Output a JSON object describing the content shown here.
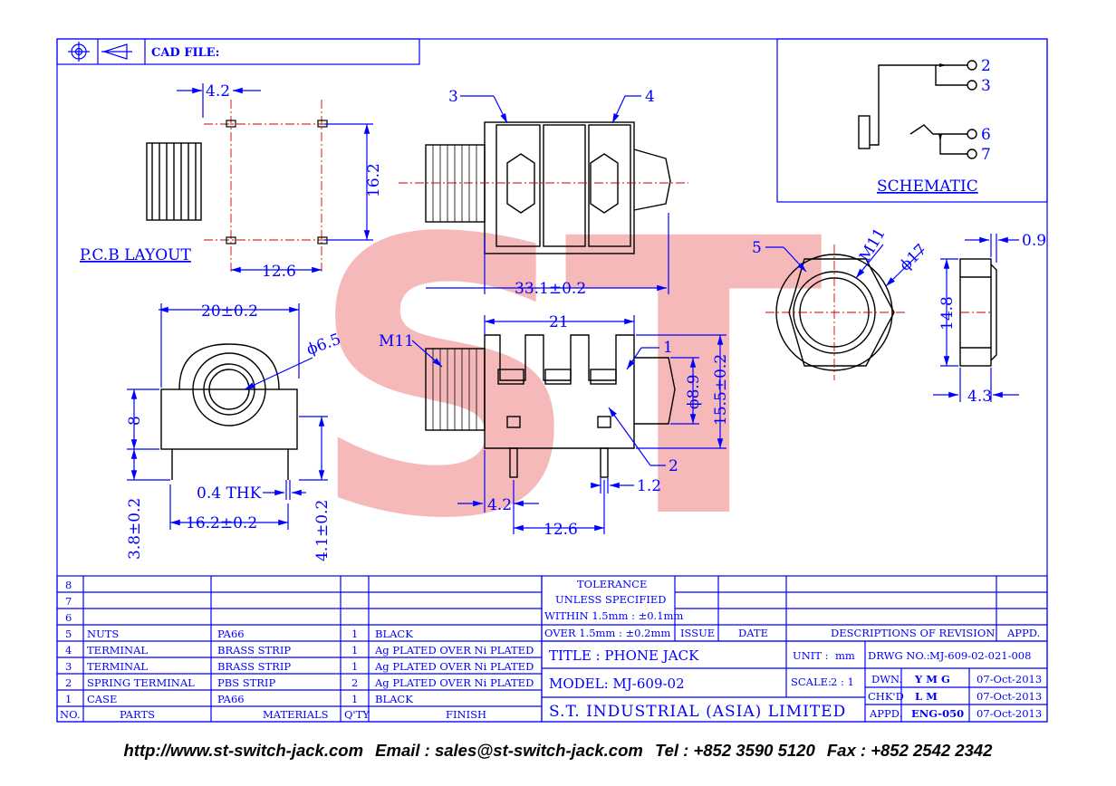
{
  "header": {
    "cad_file_label": "CAD FILE:"
  },
  "views": {
    "pcb_layout_label": "P.C.B LAYOUT",
    "schematic_label": "SCHEMATIC",
    "watermark": "ST"
  },
  "dims": {
    "d_4_2_top": "4.2",
    "d_16_2_pcb": "16.2",
    "d_12_6_pcb": "12.6",
    "d_33_1": "33.1±0.2",
    "d_20": "20±0.2",
    "d_6_5": "ϕ6.5",
    "d_8": "8",
    "d_0_4_thk": "0.4 THK",
    "d_16_2": "16.2±0.2",
    "d_3_8": "3.8±0.2",
    "d_4_1": "4.1±0.2",
    "d_21": "21",
    "d_m11_side": "M11",
    "d_8_9": "ϕ8.9",
    "d_15_5": "15.5±0.2",
    "d_1_2": "1.2",
    "d_4_2_bottom": "4.2",
    "d_12_6_bottom": "12.6",
    "d_m11_front": "M11",
    "d_17": "ϕ17",
    "d_14_8": "14.8",
    "d_0_9": "0.9",
    "d_4_3": "4.3"
  },
  "callouts": {
    "c1": "1",
    "c2": "2",
    "c3": "3",
    "c4": "4",
    "c5": "5"
  },
  "schematic_pins": {
    "p2": "2",
    "p3": "3",
    "p6": "6",
    "p7": "7"
  },
  "bom": {
    "rows": [
      {
        "no": "8",
        "part": "",
        "material": "",
        "qty": "",
        "finish": ""
      },
      {
        "no": "7",
        "part": "",
        "material": "",
        "qty": "",
        "finish": ""
      },
      {
        "no": "6",
        "part": "",
        "material": "",
        "qty": "",
        "finish": ""
      },
      {
        "no": "5",
        "part": "NUTS",
        "material": "PA66",
        "qty": "1",
        "finish": "BLACK"
      },
      {
        "no": "4",
        "part": "TERMINAL",
        "material": "BRASS STRIP",
        "qty": "1",
        "finish": "Ag PLATED OVER Ni PLATED"
      },
      {
        "no": "3",
        "part": "TERMINAL",
        "material": "BRASS STRIP",
        "qty": "1",
        "finish": "Ag PLATED OVER Ni PLATED"
      },
      {
        "no": "2",
        "part": "SPRING TERMINAL",
        "material": "PBS STRIP",
        "qty": "2",
        "finish": "Ag PLATED OVER Ni PLATED"
      },
      {
        "no": "1",
        "part": "CASE",
        "material": "PA66",
        "qty": "1",
        "finish": "BLACK"
      }
    ],
    "headers": {
      "no": "NO.",
      "part": "PARTS",
      "material": "MATERIALS",
      "qty": "Q'TY",
      "finish": "FINISH"
    }
  },
  "tolerance": {
    "line1": "TOLERANCE",
    "line2": "UNLESS SPECIFIED",
    "line3": "WITHIN 1.5mm : ±0.1mm",
    "line4": "OVER 1.5mm : ±0.2mm"
  },
  "revision": {
    "issue": "ISSUE",
    "date": "DATE",
    "desc": "DESCRIPTIONS OF REVISION",
    "appd": "APPD."
  },
  "title_block": {
    "title": "TITLE : PHONE JACK",
    "model": "MODEL: MJ-609-02",
    "unit_label": "UNIT :",
    "unit_value": "mm",
    "drwg_label": "DRWG NO.:",
    "drwg_value": "MJ-609-02-021-008",
    "scale_label": "SCALE:",
    "scale_value": "2 : 1",
    "dwn_label": "DWN.",
    "dwn_value": "Y M G",
    "dwn_date": "07-Oct-2013",
    "chkd_label": "CHK'D",
    "chkd_value": "L M",
    "chkd_date": "07-Oct-2013",
    "appd_label": "APPD.",
    "appd_value": "ENG-050",
    "appd_date": "07-Oct-2013",
    "company": "S.T. INDUSTRIAL (ASIA) LIMITED"
  },
  "footer": {
    "url": "http://www.st-switch-jack.com",
    "email": "Email : sales@st-switch-jack.com",
    "tel": "Tel : +852 3590 5120",
    "fax": "Fax : +852 2542 2342"
  }
}
